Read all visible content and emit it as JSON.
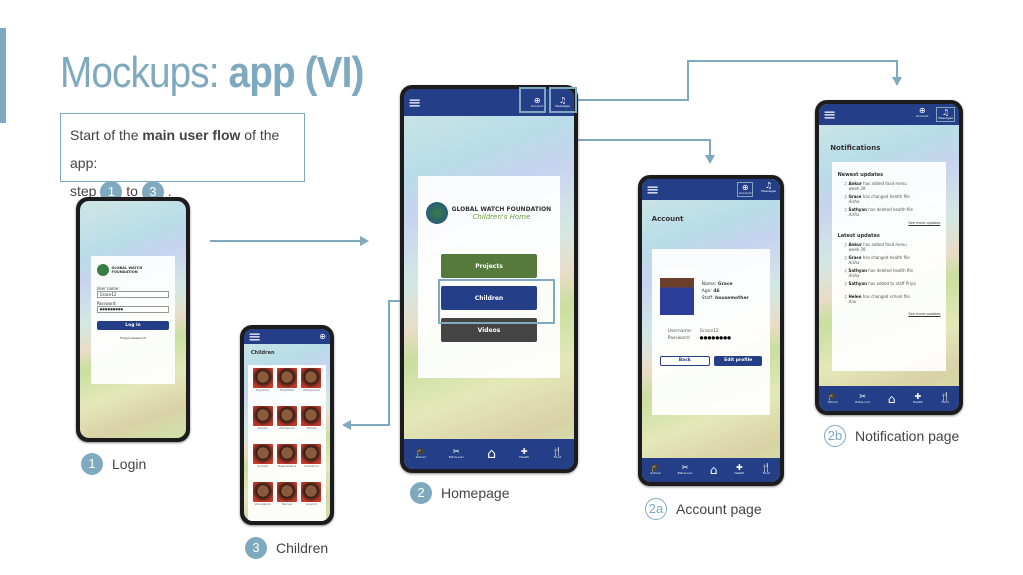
{
  "slide": {
    "title_prefix": "Mockups: ",
    "title_bold": "app (VI)",
    "intro_pre": "Start of the ",
    "intro_bold": "main user flow",
    "intro_post": " of the app:",
    "intro_step": "step",
    "step_a": "1",
    "to": "to",
    "step_b": "3",
    "dot": "."
  },
  "captions": [
    {
      "num": "1",
      "label": "Login"
    },
    {
      "num": "3",
      "label": "Children"
    },
    {
      "num": "2",
      "label": "Homepage"
    },
    {
      "num": "2a",
      "label": "Account page"
    },
    {
      "num": "2b",
      "label": "Notification page"
    }
  ],
  "app": {
    "org": "GLOBAL WATCH FOUNDATION",
    "sub": "Children's Home",
    "account": "Account",
    "messages": "Messages",
    "nav": [
      "School",
      "Extra-curr",
      "Health",
      "Food"
    ]
  },
  "login": {
    "user_label": "User name:",
    "user_value": "Grace12",
    "pass_label": "Password:",
    "pass_value": "●●●●●●●●●",
    "button": "Log in",
    "forgot": "Forgot password?"
  },
  "home": {
    "buttons": [
      "Projects",
      "Children",
      "Videos"
    ]
  },
  "children": {
    "title": "Children",
    "names": [
      "Priyanka",
      "Preethika",
      "Malayarasi",
      "Sobika",
      "Aishwarya",
      "Thisha",
      "Sumati",
      "Rajarathana",
      "Subashini",
      "Vanajakshi",
      "Ramya",
      "Anandi"
    ]
  },
  "account": {
    "title": "Account",
    "name_label": "Name:",
    "name": "Grace",
    "age_label": "Age:",
    "age": "46",
    "staff_label": "Staff:",
    "staff": "housemother",
    "username_label": "Username:",
    "username": "Grace12",
    "password_label": "Password:",
    "password": "●●●●●●●●",
    "back": "Back",
    "edit": "Edit profile"
  },
  "notifications": {
    "title": "Notifications",
    "newest": "Newest updates",
    "latest": "Latest updates",
    "see_more": "See more updates",
    "newest_items": [
      {
        "who": "Ankur",
        "what": " has added food menu",
        "detail": "week 39"
      },
      {
        "who": "Grace",
        "what": " has changed health file",
        "detail": "Aisha"
      },
      {
        "who": "Sathyan",
        "what": " has deleted health file",
        "detail": "Aisha"
      }
    ],
    "latest_items": [
      {
        "who": "Ankur",
        "what": " has added food menu",
        "detail": "week 39"
      },
      {
        "who": "Grace",
        "what": " has changed health file",
        "detail": "Aisha"
      },
      {
        "who": "Sathyan",
        "what": " has deleted health file",
        "detail": "Aisha"
      },
      {
        "who": "Sathyan",
        "what": " has added to staff Priya",
        "detail": ""
      },
      {
        "who": "Helen",
        "what": " has changed school file",
        "detail": "Anu"
      }
    ]
  }
}
